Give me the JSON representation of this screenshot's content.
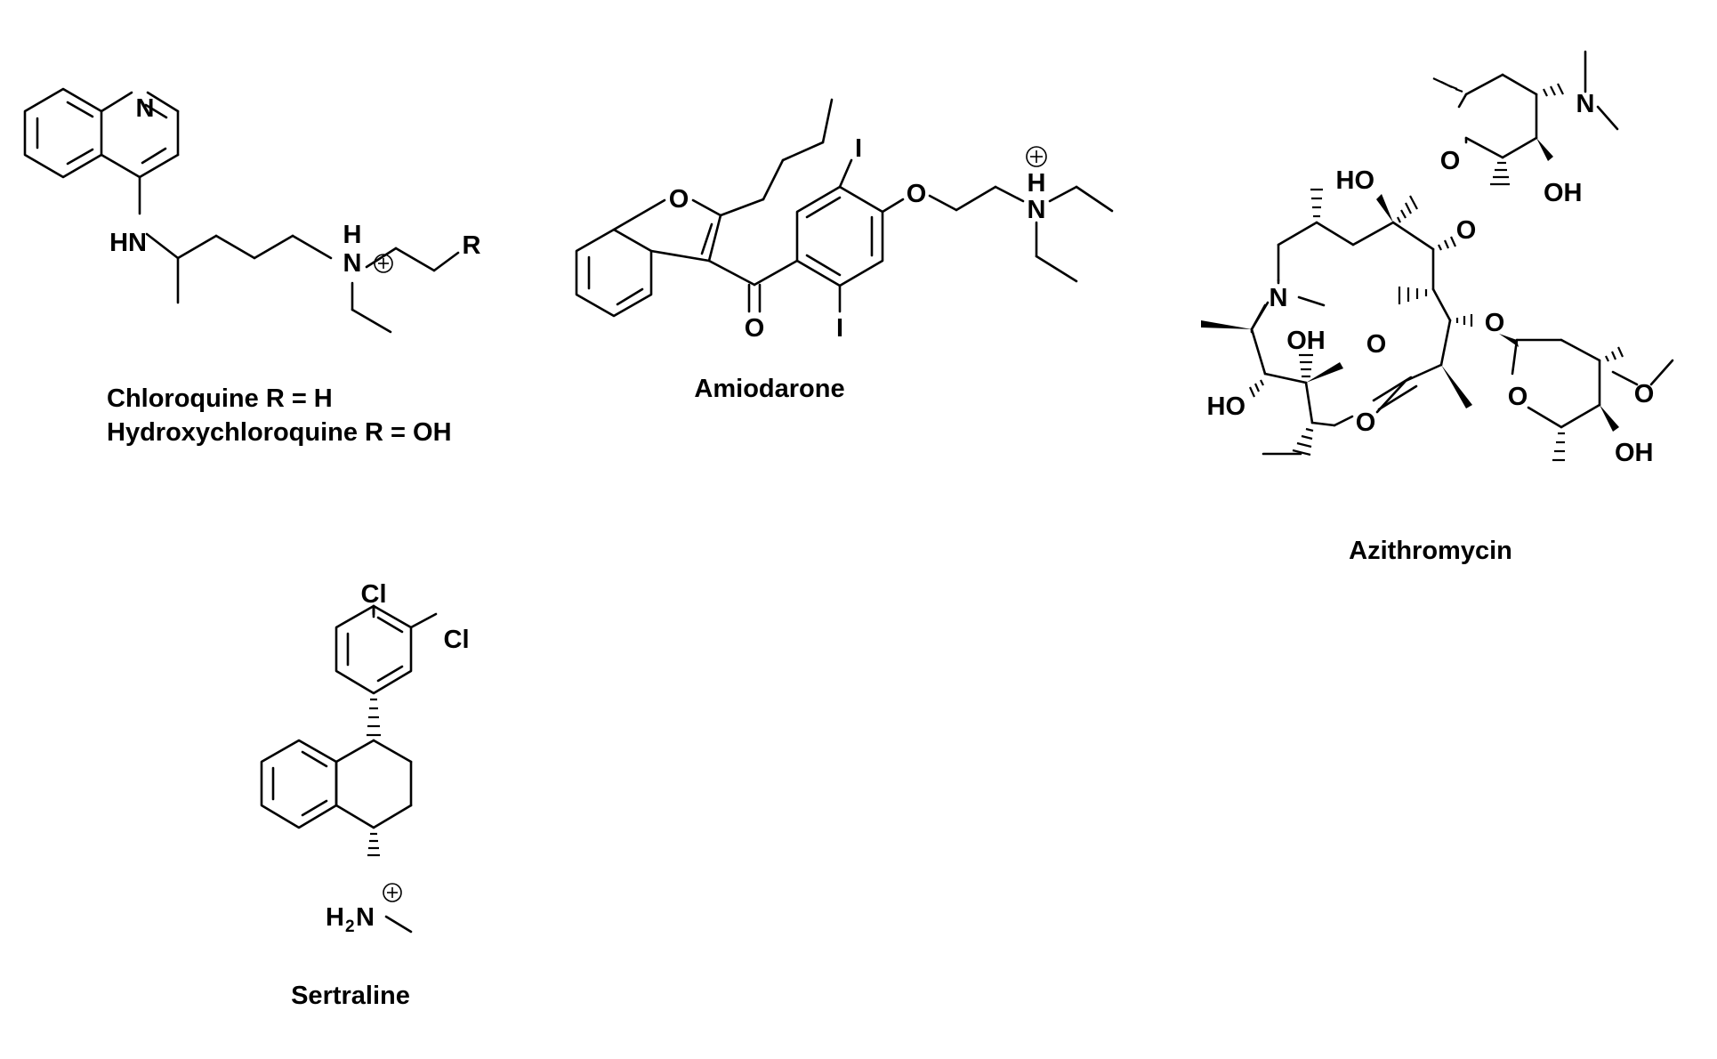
{
  "molecules": {
    "chloroquine": {
      "caption_line1": "Chloroquine R = H",
      "caption_line2": "Hydroxychloroquine R = OH",
      "labels": {
        "n_ring": "N",
        "hn": "HN",
        "n_plus": "N",
        "n_h": "H",
        "r_group": "R"
      }
    },
    "amiodarone": {
      "caption": "Amiodarone",
      "labels": {
        "o_furan": "O",
        "o_carbonyl": "O",
        "iodine_top": "I",
        "iodine_bottom": "I",
        "o_ether": "O",
        "n_plus": "N",
        "n_h": "H"
      }
    },
    "azithromycin": {
      "caption": "Azithromycin",
      "labels": {
        "n_dimethyl": "N",
        "o_desosamine": "O",
        "oh_desosamine": "OH",
        "ho_ring": "HO",
        "o_glycoside_top": "O",
        "n_ring": "N",
        "oh_ring": "OH",
        "o_carbonyl": "O",
        "o_glycoside_bottom": "O",
        "o_lactone": "O",
        "ho_left": "HO",
        "o_cladinose": "O",
        "o_methoxy": "O",
        "oh_cladinose": "OH"
      }
    },
    "sertraline": {
      "caption": "Sertraline",
      "labels": {
        "cl_top": "Cl",
        "cl_side": "Cl",
        "h2n_h": "H",
        "h2n_sub": "2",
        "h2n_n": "N"
      }
    }
  }
}
